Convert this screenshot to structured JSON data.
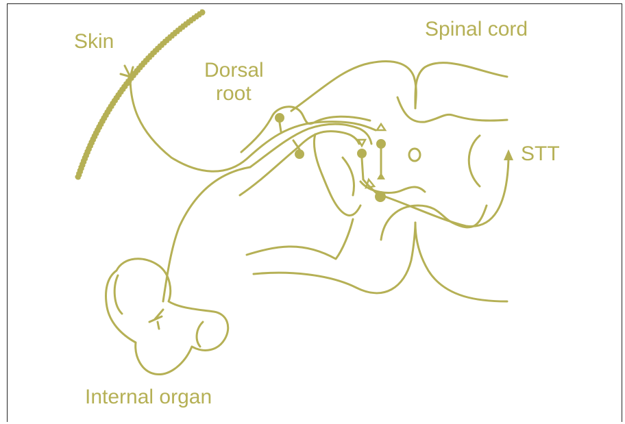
{
  "labels": {
    "skin": "Skin",
    "dorsal_root_line1": "Dorsal",
    "dorsal_root_line2": "root",
    "spinal_cord": "Spinal cord",
    "stt": "STT",
    "internal_organ": "Internal organ"
  },
  "colors": {
    "line": "#b5b055",
    "frame": "#222222",
    "background": "#ffffff"
  }
}
